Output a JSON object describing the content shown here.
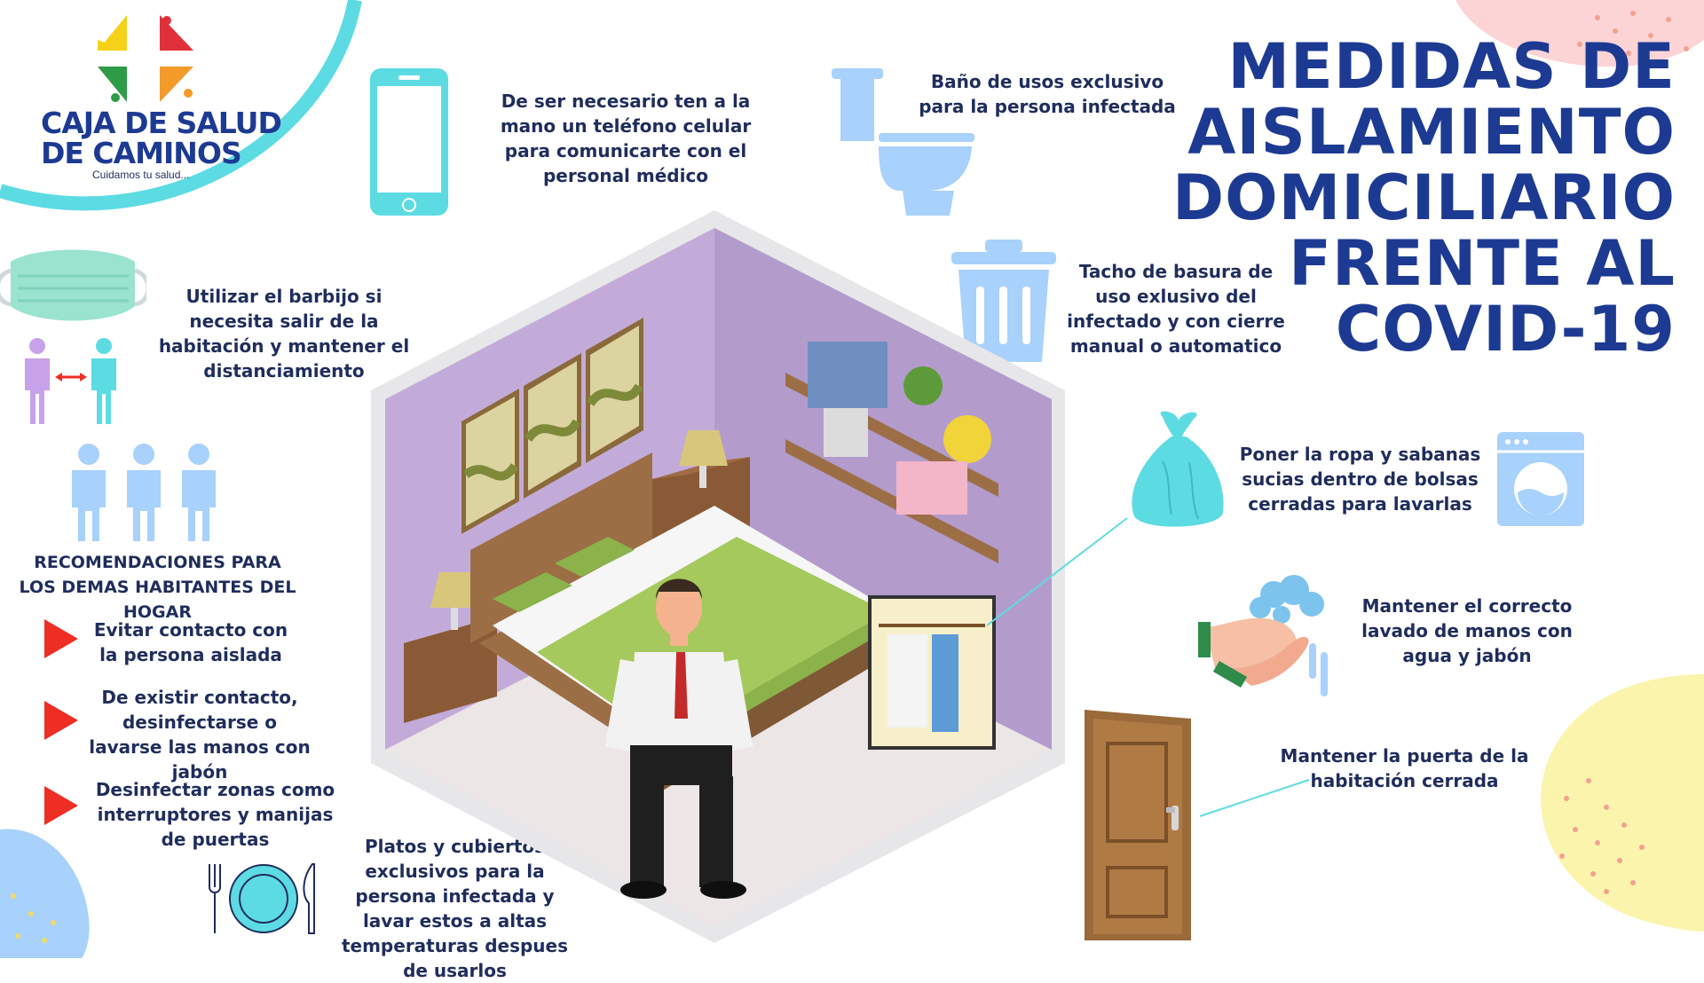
{
  "logo": {
    "line1": "CAJA DE SALUD",
    "line2": "DE CAMINOS",
    "tagline": "Cuidamos tu salud..."
  },
  "title": {
    "line1": "MEDIDAS DE",
    "line2": "AISLAMIENTO",
    "line3": "DOMICILIARIO",
    "line4": "FRENTE AL",
    "line5": "COVID-19"
  },
  "tips": {
    "phone": "De ser necesario ten a la mano un teléfono celular para comunicarte con el personal médico",
    "bathroom": "Baño de usos exclusivo para la persona infectada",
    "trash": "Tacho de basura de uso exlusivo del infectado y con cierre manual o automatico",
    "mask": "Utilizar el barbijo si necesita salir de la habitación  y mantener el distanciamiento",
    "laundry": "Poner la ropa  y sabanas sucias dentro de bolsas cerradas para lavarlas",
    "handwash": "Mantener el correcto lavado de manos con agua y jabón",
    "door": "Mantener la puerta de la habitación cerrada",
    "dishes": "Platos y cubiertos exclusivos para la persona infectada y lavar estos a altas temperaturas despues de usarlos"
  },
  "recommendations": {
    "heading": "RECOMENDACIONES PARA LOS DEMAS HABITANTES DEL HOGAR",
    "items": [
      "Evitar contacto con la persona aislada",
      "De existir contacto, desinfectarse o lavarse las manos con jabón",
      "Desinfectar zonas como interruptores y manijas de puertas"
    ]
  },
  "colors": {
    "title": "#1d3a93",
    "text": "#1f2d5c",
    "accent_red": "#ee2d24",
    "icon_blue": "#a8d1fb",
    "cyan": "#5ddbe3",
    "wall_purple": "#c3abd9",
    "bed_green": "#a5c95c"
  },
  "icons": [
    "logo-cross-icon",
    "phone-icon",
    "toilet-icon",
    "trash-can-icon",
    "face-mask-icon",
    "distancing-people-icon",
    "household-people-icon",
    "garbage-bag-icon",
    "washing-machine-icon",
    "handwash-icon",
    "door-icon",
    "plate-cutlery-icon",
    "bedroom-illustration"
  ]
}
